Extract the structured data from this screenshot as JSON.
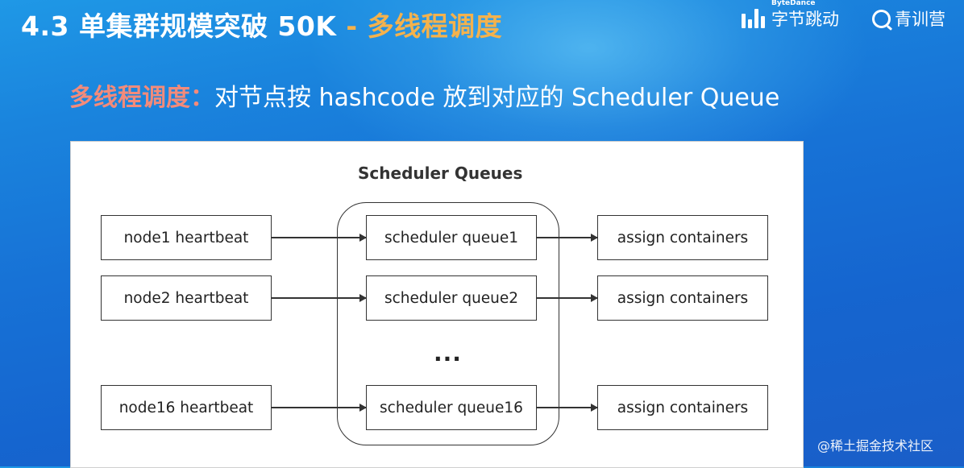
{
  "header": {
    "title_main": "4.3 单集群规模突破 50K",
    "title_accent": " - 多线程调度",
    "brand_bytedance_en": "ByteDance",
    "brand_bytedance_cn": "字节跳动",
    "brand_qingxun": "青训营"
  },
  "subtitle": {
    "accent": "多线程调度：",
    "text": "对节点按 hashcode 放到对应的 Scheduler Queue"
  },
  "diagram": {
    "title": "Scheduler Queues",
    "rows": [
      {
        "node": "node1 heartbeat",
        "queue": "scheduler queue1",
        "action": "assign containers"
      },
      {
        "node": "node2 heartbeat",
        "queue": "scheduler queue2",
        "action": "assign containers"
      },
      {
        "node": "node16 heartbeat",
        "queue": "scheduler queue16",
        "action": "assign containers"
      }
    ],
    "ellipsis": "..."
  },
  "source_mark": "@稀土掘金技术社区",
  "colors": {
    "background": "#1772d6",
    "title_accent": "#f4b24d",
    "subtitle_accent": "#f28b7b",
    "panel": "#ffffff",
    "box_border": "#333333"
  },
  "icons": [
    "bytedance-logo-icon",
    "qingxun-logo-icon"
  ]
}
